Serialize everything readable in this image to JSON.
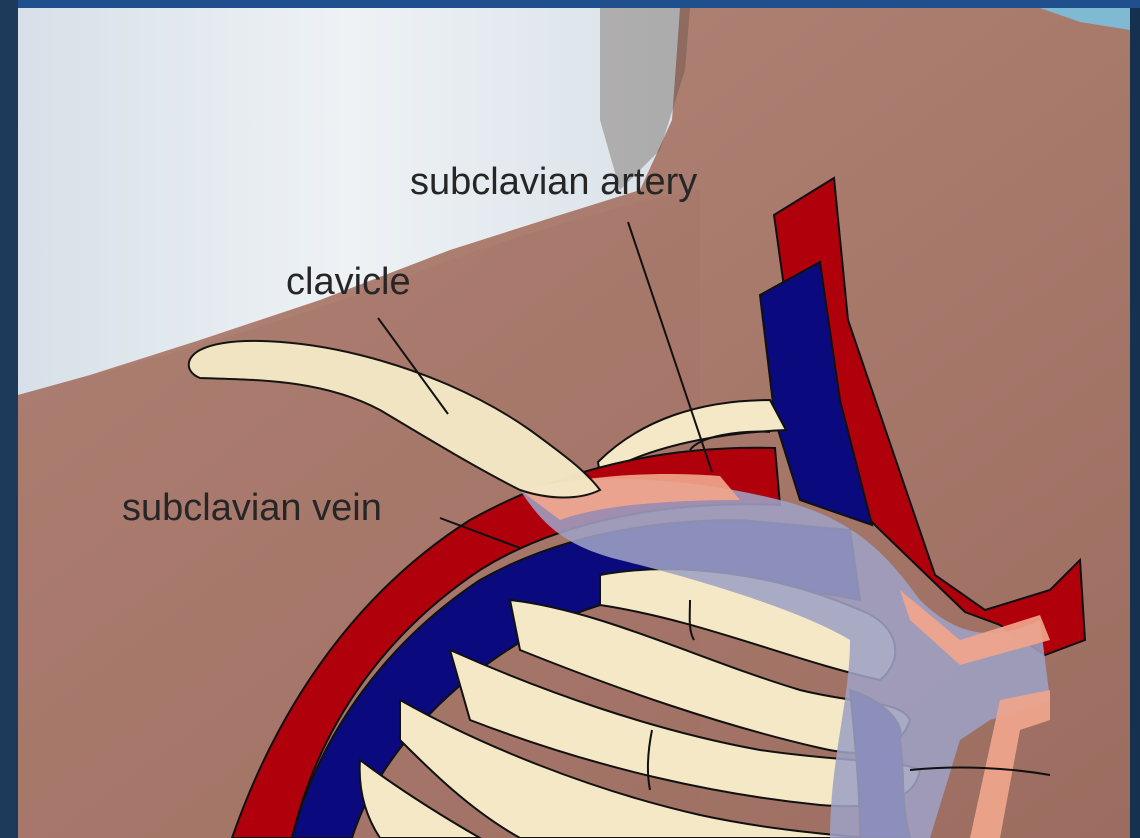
{
  "labels": {
    "subclavian_artery": "subclavian artery",
    "clavicle": "clavicle",
    "subclavian_vein": "subclavian vein"
  },
  "colors": {
    "artery": "#b0000c",
    "vein": "#0a0a7e",
    "bone": "#f4e8c6",
    "sheath_overlay": "#9ea0c4",
    "sheath_pink": "#f0a58c",
    "skin": "#a5776a",
    "pillow": "#e2e8ee",
    "frame": "#1f4f8c"
  },
  "icons": [
    "anatomy-diagram-overlay",
    "photo-background"
  ]
}
